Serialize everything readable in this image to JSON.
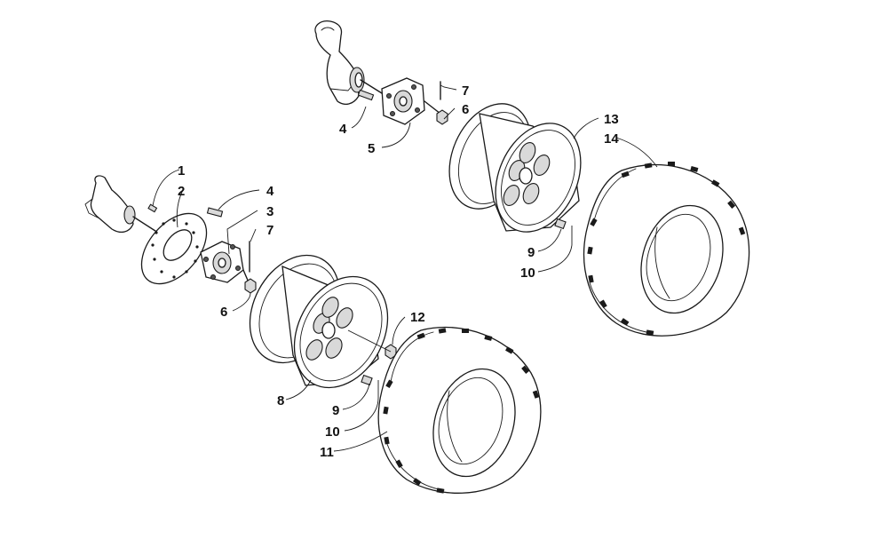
{
  "callouts": {
    "c1": "1",
    "c2": "2",
    "c3": "3",
    "c4a": "4",
    "c4b": "4",
    "c5": "5",
    "c6a": "6",
    "c6b": "6",
    "c7a": "7",
    "c7b": "7",
    "c8": "8",
    "c9a": "9",
    "c9b": "9",
    "c10a": "10",
    "c10b": "10",
    "c11": "11",
    "c12": "12",
    "c13": "13",
    "c14": "14"
  }
}
